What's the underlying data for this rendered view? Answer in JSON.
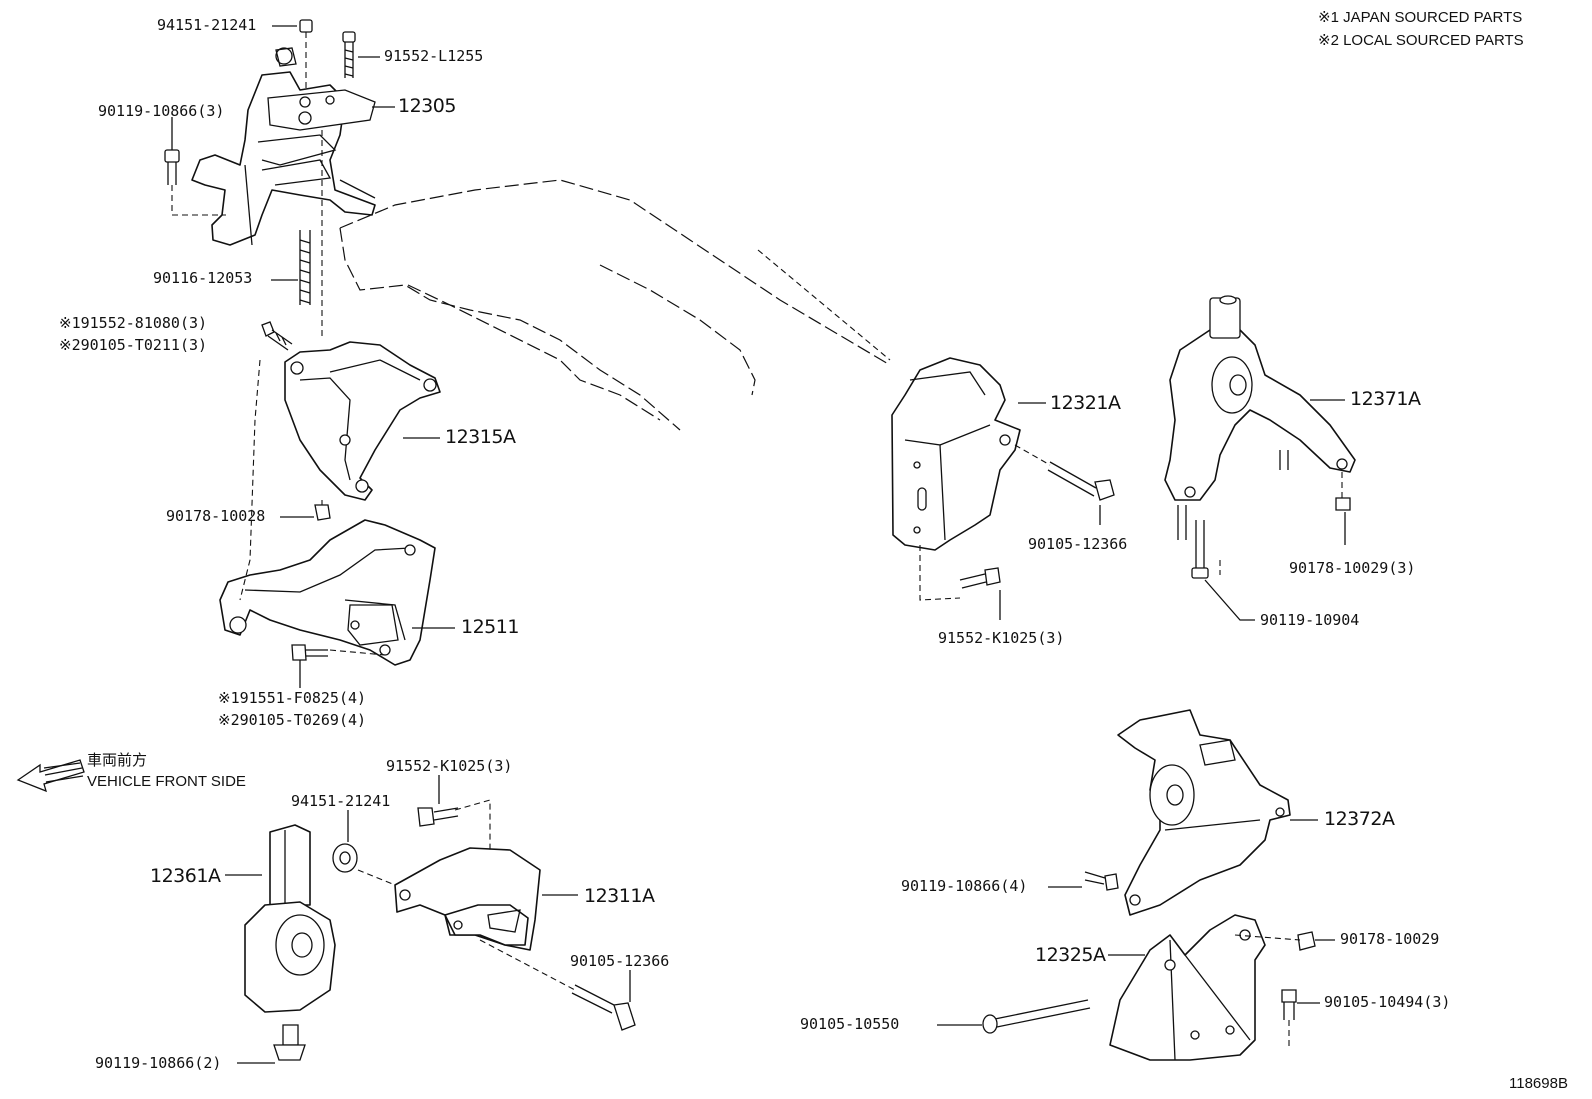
{
  "notes": {
    "japan": "※1 JAPAN SOURCED PARTS",
    "local": "※2 LOCAL SOURCED PARTS"
  },
  "direction": {
    "jp": "車両前方",
    "en": "VEHICLE FRONT SIDE"
  },
  "diagram_id": "118698B",
  "labels": {
    "p94151_top": "94151-21241",
    "p91552_L1255": "91552-L1255",
    "p90119_10866_3": "90119-10866(3)",
    "p12305": "12305",
    "p90116_12053": "90116-12053",
    "p91552_81080": "※191552-81080(3)",
    "p90105_T0211": "※290105-T0211(3)",
    "p12315A": "12315A",
    "p90178_10028": "90178-10028",
    "p12511": "12511",
    "p91551_F0825": "※191551-F0825(4)",
    "p90105_T0269": "※290105-T0269(4)",
    "p12321A": "12321A",
    "p90105_12366_a": "90105-12366",
    "p91552_K1025_a": "91552-K1025(3)",
    "p12371A": "12371A",
    "p90178_10029_3": "90178-10029(3)",
    "p90119_10904": "90119-10904",
    "p91552_K1025_b": "91552-K1025(3)",
    "p94151_bottom": "94151-21241",
    "p12361A": "12361A",
    "p12311A": "12311A",
    "p90105_12366_b": "90105-12366",
    "p90119_10866_2": "90119-10866(2)",
    "p12372A": "12372A",
    "p90119_10866_4": "90119-10866(4)",
    "p12325A": "12325A",
    "p90178_10029": "90178-10029",
    "p90105_10494": "90105-10494(3)",
    "p90105_10550": "90105-10550"
  }
}
